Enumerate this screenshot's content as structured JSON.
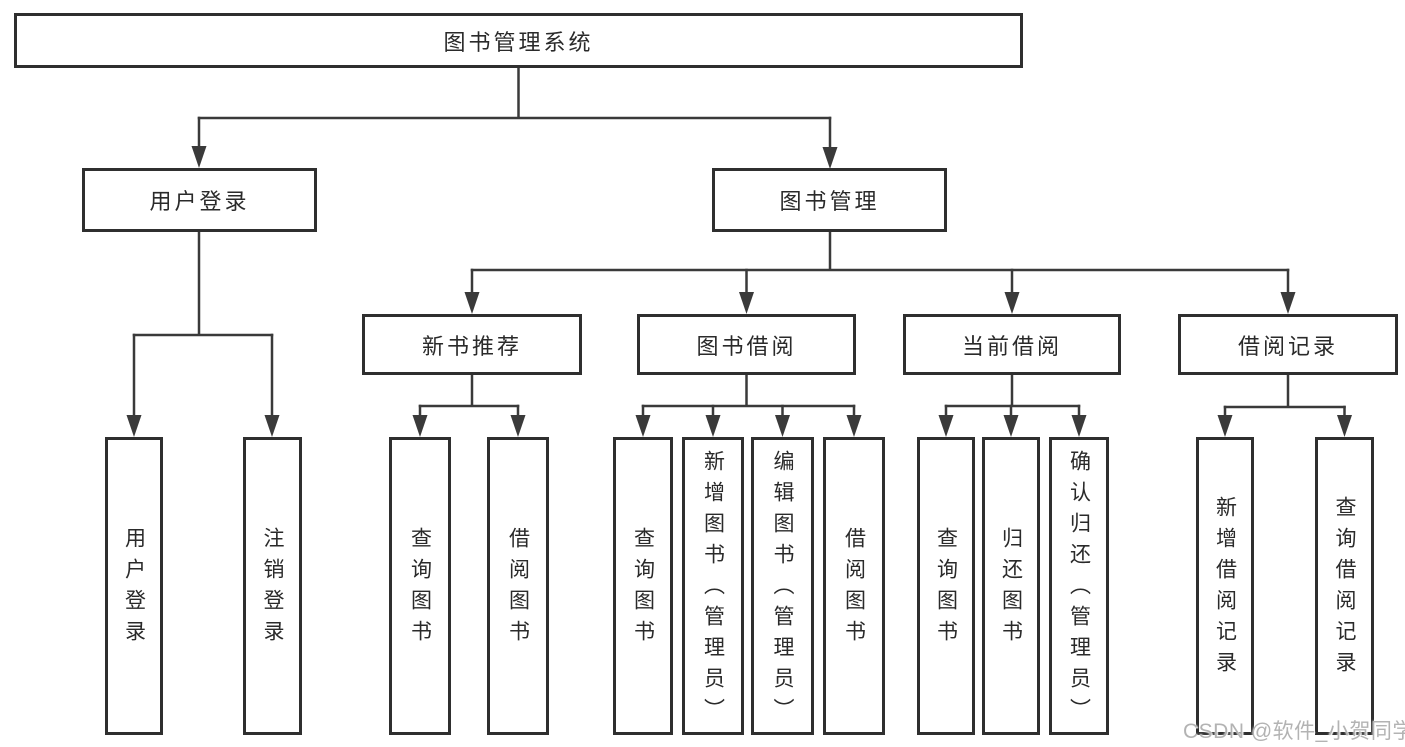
{
  "structure": {
    "root": "图书管理系统",
    "children": [
      {
        "label": "用户登录",
        "children": [
          "用户登录",
          "注销登录"
        ]
      },
      {
        "label": "图书管理",
        "children": [
          {
            "label": "新书推荐",
            "children": [
              "查询图书",
              "借阅图书"
            ]
          },
          {
            "label": "图书借阅",
            "children": [
              "查询图书",
              "新增图书（管理员）",
              "编辑图书（管理员）",
              "借阅图书"
            ]
          },
          {
            "label": "当前借阅",
            "children": [
              "查询图书",
              "归还图书",
              "确认归还（管理员）"
            ]
          },
          {
            "label": "借阅记录",
            "children": [
              "新增借阅记录",
              "查询借阅记录"
            ]
          }
        ]
      }
    ]
  },
  "watermark": "CSDN @软件_小贺同学",
  "colors": {
    "line": "#3a3a3a",
    "border": "#2f2f2f",
    "text": "#2a2a2a",
    "watermark": "#b3b3b3",
    "background": "#ffffff"
  }
}
